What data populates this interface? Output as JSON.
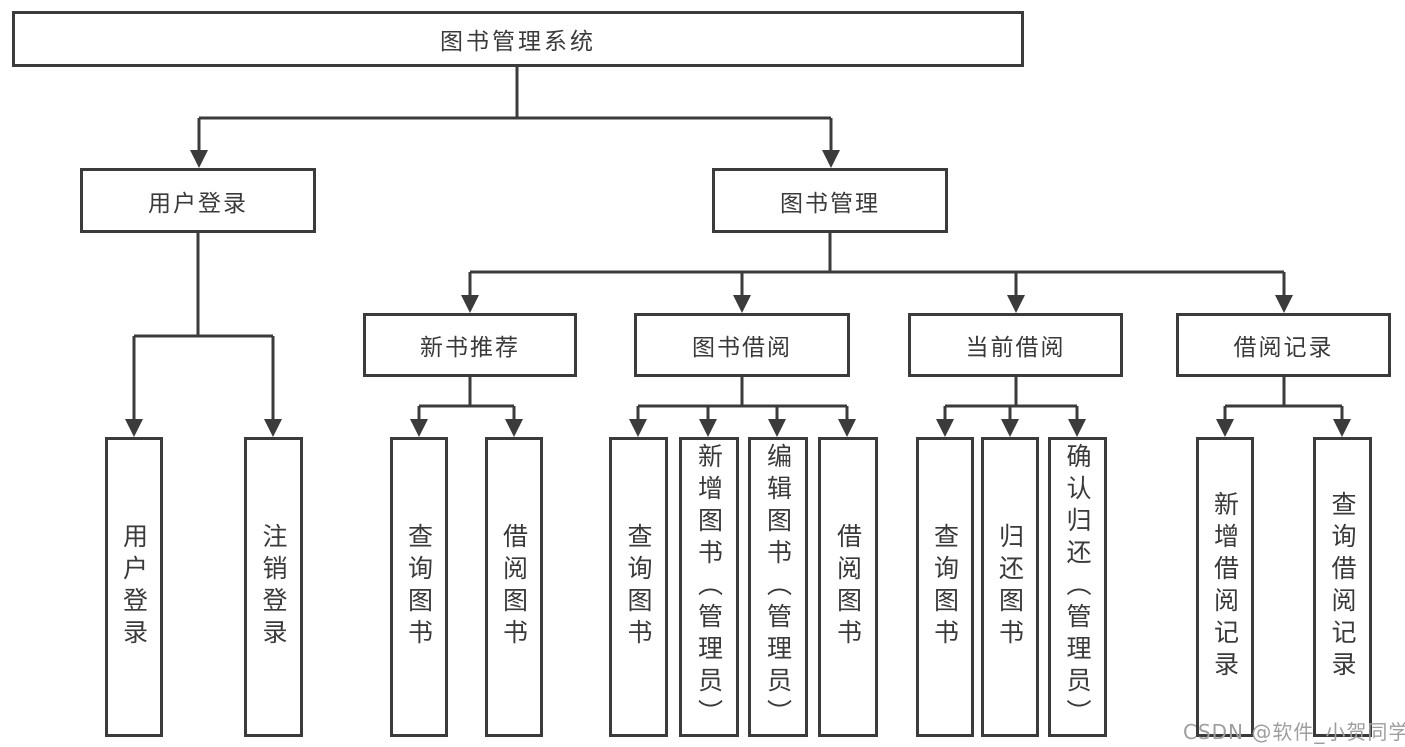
{
  "diagram": {
    "root": {
      "label": "图书管理系统"
    },
    "user_login": {
      "label": "用户登录",
      "children": [
        {
          "label": "用户登录"
        },
        {
          "label": "注销登录"
        }
      ]
    },
    "book_mgmt": {
      "label": "图书管理",
      "children": [
        {
          "label": "新书推荐",
          "children": [
            {
              "label": "查询图书"
            },
            {
              "label": "借阅图书"
            }
          ]
        },
        {
          "label": "图书借阅",
          "children": [
            {
              "label": "查询图书"
            },
            {
              "label": "新增图书（管理员）"
            },
            {
              "label": "编辑图书（管理员）"
            },
            {
              "label": "借阅图书"
            }
          ]
        },
        {
          "label": "当前借阅",
          "children": [
            {
              "label": "查询图书"
            },
            {
              "label": "归还图书"
            },
            {
              "label": "确认归还（管理员）"
            }
          ]
        },
        {
          "label": "借阅记录",
          "children": [
            {
              "label": "新增借阅记录"
            },
            {
              "label": "查询借阅记录"
            }
          ]
        }
      ]
    }
  },
  "watermark": {
    "text": "CSDN @软件_小贺同学"
  },
  "colors": {
    "line": "#3b3b3b",
    "text": "#3a3a3a",
    "watermark_text": "#9e9e9e",
    "background": "#ffffff"
  }
}
